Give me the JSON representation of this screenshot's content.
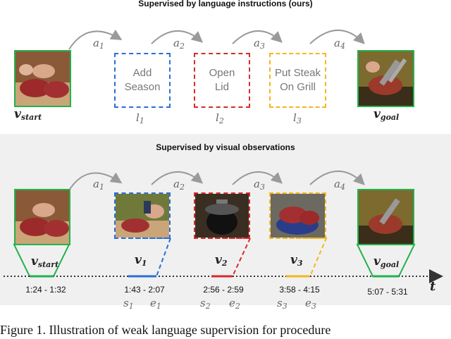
{
  "top": {
    "title": "Supervised by language instructions (ours)",
    "start_label": "v",
    "start_sub": "start",
    "goal_label": "v",
    "goal_sub": "goal",
    "actions": [
      {
        "sym": "a",
        "sub": "1"
      },
      {
        "sym": "a",
        "sub": "2"
      },
      {
        "sym": "a",
        "sub": "3"
      },
      {
        "sym": "a",
        "sub": "4"
      }
    ],
    "steps": [
      {
        "text": "Add\nSeason",
        "sym": "l",
        "sub": "1",
        "color": "#2b6fd6"
      },
      {
        "text": "Open\nLid",
        "sym": "l",
        "sub": "2",
        "color": "#d62b2b"
      },
      {
        "text": "Put Steak\nOn Grill",
        "sym": "l",
        "sub": "3",
        "color": "#f3b81e"
      }
    ]
  },
  "bottom": {
    "title": "Supervised by visual observations",
    "start_label": "v",
    "start_sub": "start",
    "goal_label": "v",
    "goal_sub": "goal",
    "actions": [
      {
        "sym": "a",
        "sub": "1"
      },
      {
        "sym": "a",
        "sub": "2"
      },
      {
        "sym": "a",
        "sub": "3"
      },
      {
        "sym": "a",
        "sub": "4"
      }
    ],
    "observations": [
      {
        "sym": "v",
        "sub": "1",
        "color": "#2b6fd6",
        "time": "1:43 - 2:07",
        "s": "s",
        "s_sub": "1",
        "e": "e",
        "e_sub": "1"
      },
      {
        "sym": "v",
        "sub": "2",
        "color": "#d62b2b",
        "time": "2:56 - 2:59",
        "s": "s",
        "s_sub": "2",
        "e": "e",
        "e_sub": "2"
      },
      {
        "sym": "v",
        "sub": "3",
        "color": "#f3b81e",
        "time": "3:58 - 4:15",
        "s": "s",
        "s_sub": "3",
        "e": "e",
        "e_sub": "3"
      }
    ],
    "start_time": "1:24 - 1:32",
    "goal_time": "5:07 - 5:31",
    "axis_label": "t",
    "colors": {
      "green": "#22b24c",
      "dotted": "#333333"
    }
  },
  "caption": "Figure 1. Illustration of weak language supervision for procedure"
}
